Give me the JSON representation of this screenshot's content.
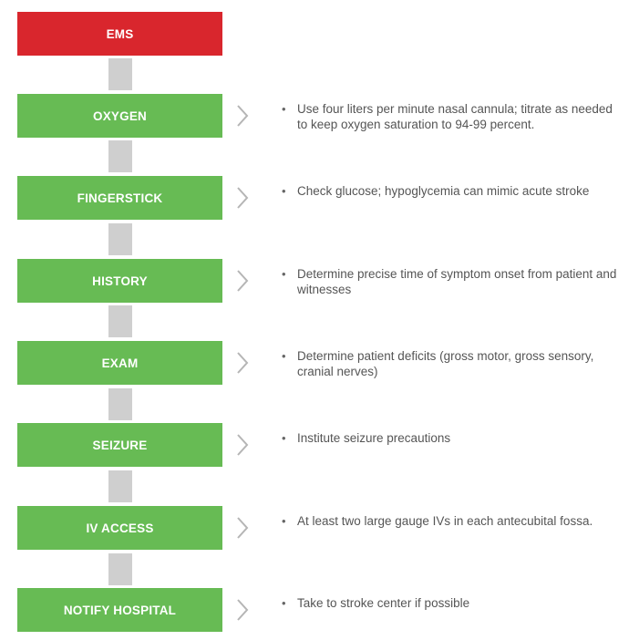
{
  "colors": {
    "start": "#d9262d",
    "step": "#67bb54",
    "connector": "#cfcfcf",
    "chevron": "#b5b5b5",
    "text": "#555555"
  },
  "bullet_glyph": "•",
  "steps": [
    {
      "label": "EMS",
      "note": ""
    },
    {
      "label": "OXYGEN",
      "note": "Use four liters per minute nasal cannula; titrate as needed to keep oxygen saturation to 94-99 percent."
    },
    {
      "label": "FINGERSTICK",
      "note": "Check glucose; hypoglycemia can mimic acute stroke"
    },
    {
      "label": "HISTORY",
      "note": "Determine precise time of symptom onset from patient and witnesses"
    },
    {
      "label": "EXAM",
      "note": "Determine patient deficits (gross motor, gross sensory, cranial nerves)"
    },
    {
      "label": "SEIZURE",
      "note": "Institute seizure precautions"
    },
    {
      "label": "IV ACCESS",
      "note": "At least two large gauge IVs in each antecubital fossa."
    },
    {
      "label": "NOTIFY HOSPITAL",
      "note": "Take to stroke center if possible"
    }
  ]
}
